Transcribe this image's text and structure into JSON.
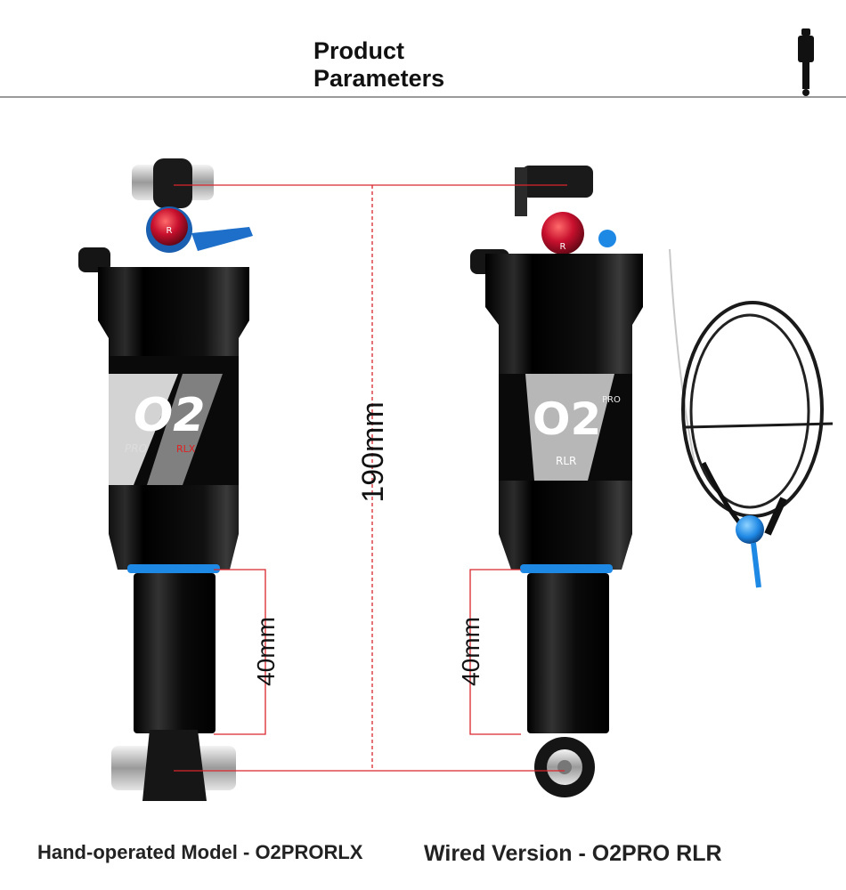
{
  "header": {
    "title_line1": "Product",
    "title_line2": "Parameters",
    "icon": "shock-absorber-icon"
  },
  "dimensions": {
    "overall_length": "190mm",
    "stroke_left": "40mm",
    "stroke_right": "40mm"
  },
  "products": {
    "left": {
      "caption": "Hand-operated Model - O2PRORLX",
      "body_branding": "O2",
      "body_sub_left": "PRO",
      "body_sub_right": "RLX"
    },
    "right": {
      "caption": "Wired Version - O2PRO RLR",
      "body_branding": "O2",
      "body_sub_top": "PRO",
      "body_sub_bottom": "RLR"
    }
  },
  "colors": {
    "dimension_line": "#d9262c",
    "knob_red": "#c8102e",
    "accent_blue": "#1e88e5",
    "body_black": "#0c0c0c"
  }
}
